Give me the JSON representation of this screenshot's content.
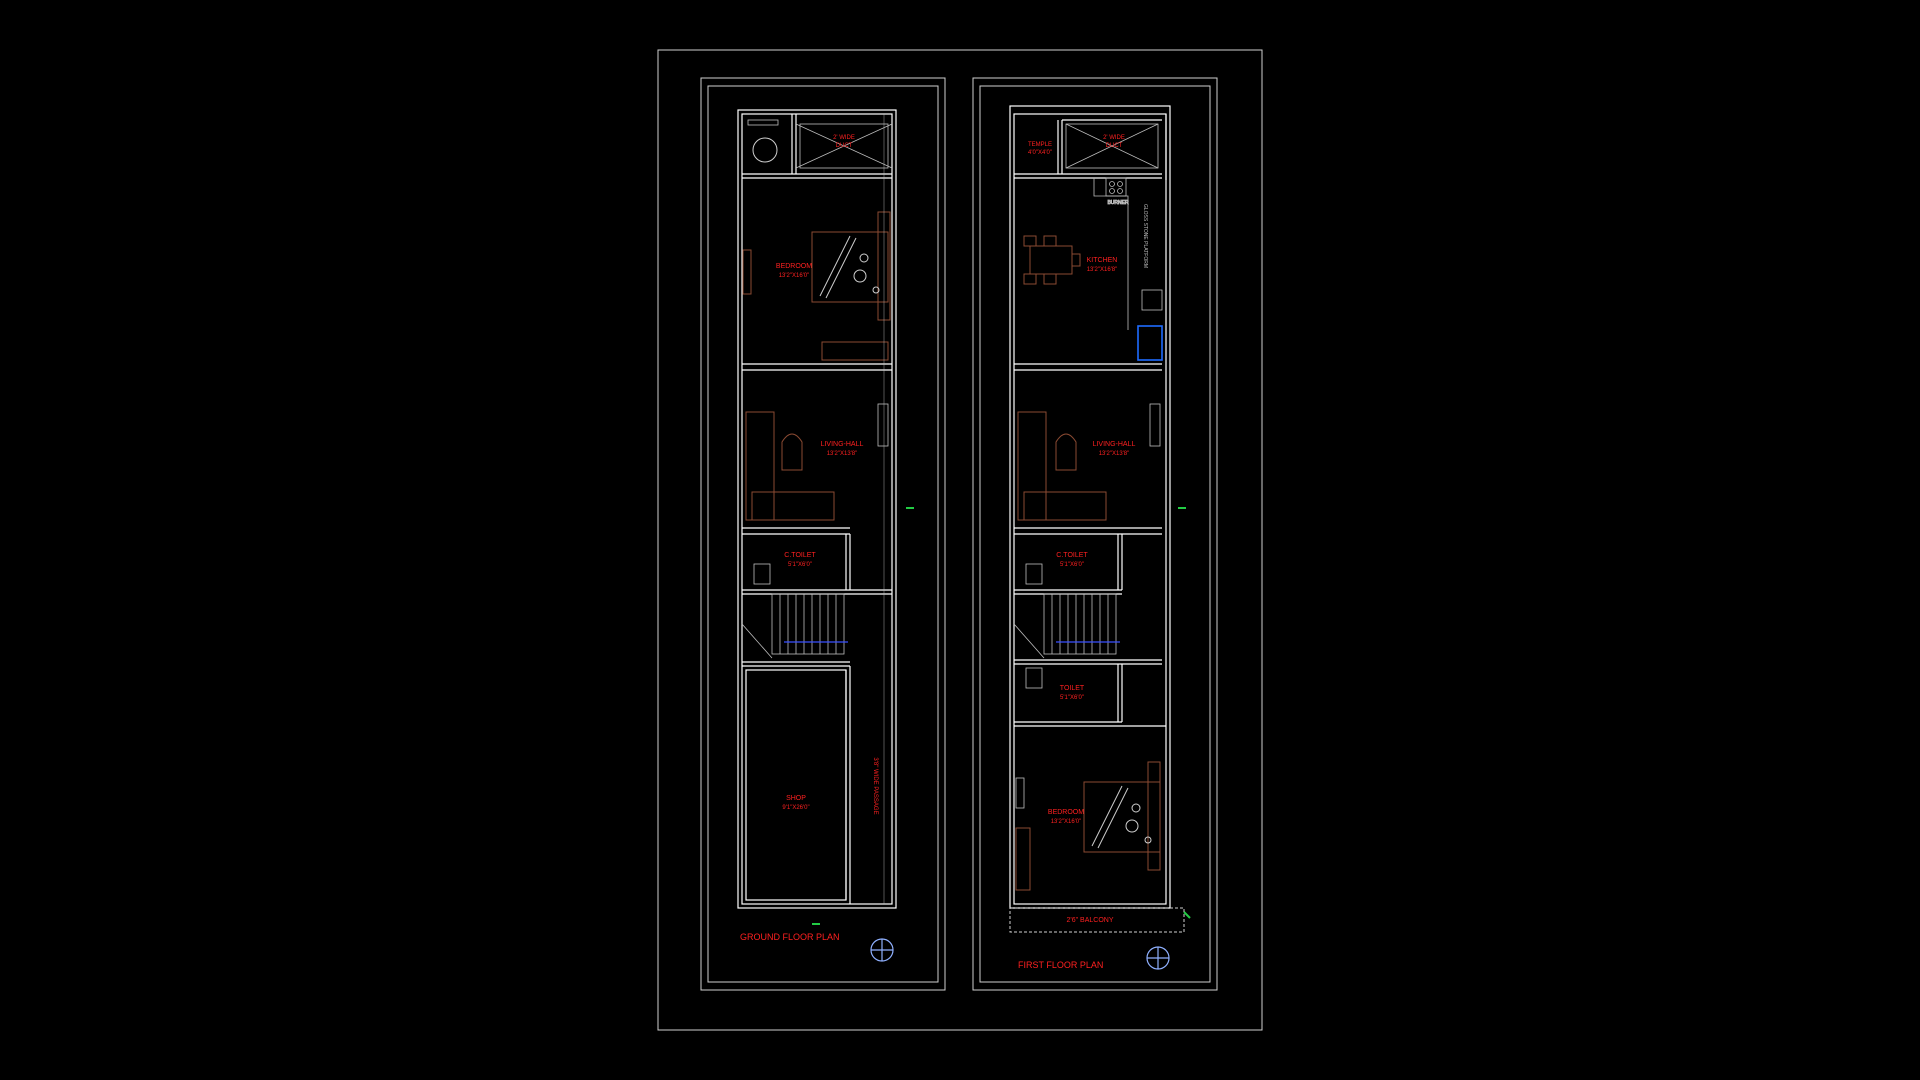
{
  "ground_floor": {
    "title": "GROUND FLOOR PLAN",
    "rooms": [
      {
        "name": "2' WIDE",
        "sub": "DUCT"
      },
      {
        "name": "BEDROOM",
        "sub": "13'2\"X16'0\""
      },
      {
        "name": "LIVING-HALL",
        "sub": "13'2\"X13'8\""
      },
      {
        "name": "C.TOILET",
        "sub": "5'1\"X6'0\""
      },
      {
        "name": "SHOP",
        "sub": "9'1\"X26'0\""
      }
    ],
    "passage_label": "3'8\" WIDE PASSAGE"
  },
  "first_floor": {
    "title": "FIRST FLOOR PLAN",
    "rooms": [
      {
        "name": "TEMPLE",
        "sub": "4'0\"X4'0\""
      },
      {
        "name": "2' WIDE",
        "sub": "DUCT"
      },
      {
        "name": "KITCHEN",
        "sub": "13'2\"X16'8\""
      },
      {
        "name": "LIVING-HALL",
        "sub": "13'2\"X13'8\""
      },
      {
        "name": "C.TOILET",
        "sub": "5'1\"X6'0\""
      },
      {
        "name": "TOILET",
        "sub": "5'1\"X6'0\""
      },
      {
        "name": "BEDROOM",
        "sub": "13'2\"X16'0\""
      }
    ],
    "balcony": "2'6\" BALCONY",
    "burner": "BURNER",
    "platform": "GLOSS STONE PLATFORM"
  },
  "colors": {
    "background": "#000000",
    "walls": "#ffffff",
    "labels": "#ff2020",
    "furniture": "#8a4a32",
    "fridge": "#1e6cff",
    "markers": "#22cc44"
  },
  "icons": [
    "north-arrow-icon",
    "bed-icon",
    "sofa-icon",
    "dining-table-icon",
    "wc-icon",
    "stair-icon"
  ]
}
